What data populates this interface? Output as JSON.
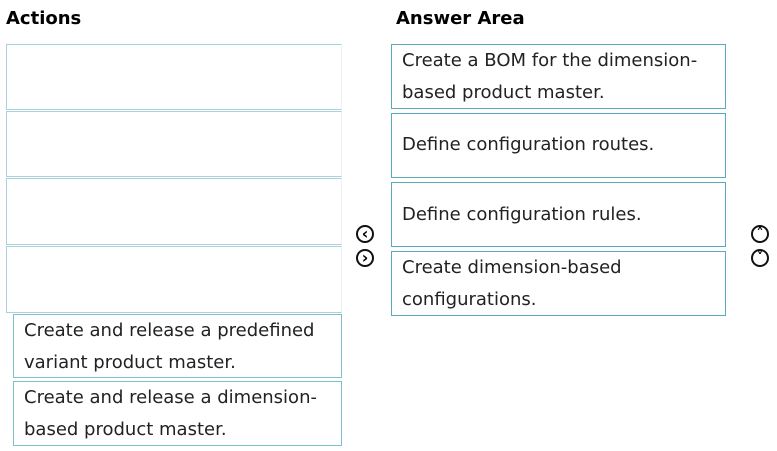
{
  "actions": {
    "title": "Actions",
    "items": [
      "Create and release a predefined variant product master.",
      "Create and release a dimension-based product master."
    ]
  },
  "answer": {
    "title": "Answer Area",
    "items": [
      "Create a BOM for the dimension-based product master.",
      "Define configuration routes.",
      "Define configuration rules.",
      "Create dimension-based configurations."
    ]
  },
  "icons": {
    "move_left": "‹",
    "move_right": "›",
    "move_up": "˄",
    "move_down": "˅"
  }
}
